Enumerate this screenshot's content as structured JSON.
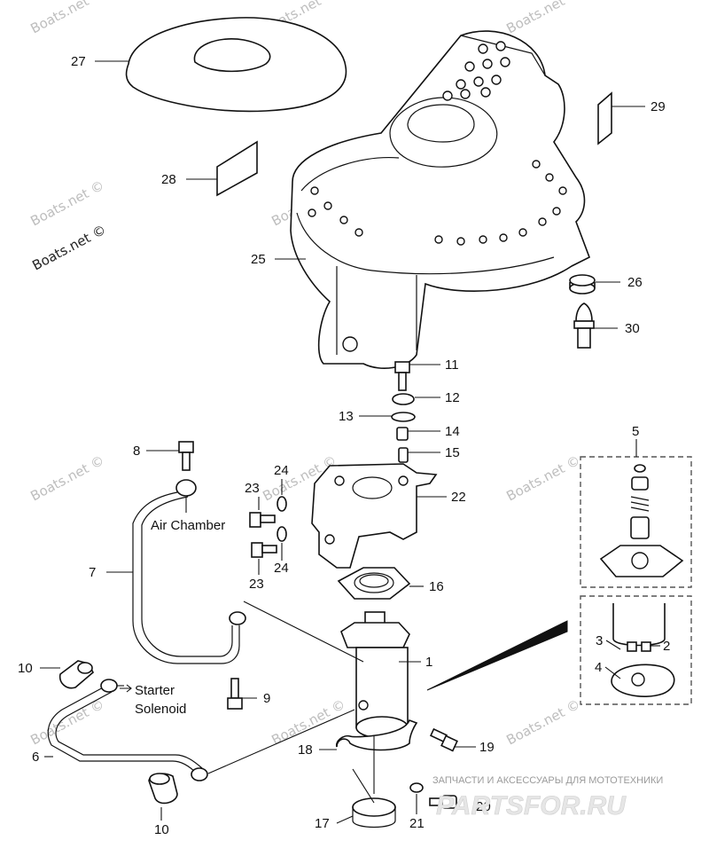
{
  "watermarks": {
    "boats_net": "Boats.net ©",
    "brand_tagline": "ЗАПЧАСТИ И АКСЕССУАРЫ ДЛЯ МОТОТЕХНИКИ",
    "brand_name": "PARTSFOR.RU"
  },
  "annotations": {
    "air_chamber": "Air Chamber",
    "starter": "Starter",
    "solenoid": "Solenoid"
  },
  "callouts": {
    "p27": "27",
    "p29": "29",
    "p28": "28",
    "p25": "25",
    "p26": "26",
    "p30": "30",
    "p11": "11",
    "p12": "12",
    "p13": "13",
    "p14": "14",
    "p15": "15",
    "p8": "8",
    "p5": "5",
    "p23a": "23",
    "p24a": "24",
    "p22": "22",
    "p24b": "24",
    "p23b": "23",
    "p7": "7",
    "p16": "16",
    "p3": "3",
    "p2": "2",
    "p4": "4",
    "p1": "1",
    "p10a": "10",
    "p9": "9",
    "p6": "6",
    "p18": "18",
    "p19": "19",
    "p20": "20",
    "p17": "17",
    "p21": "21",
    "p10b": "10"
  }
}
